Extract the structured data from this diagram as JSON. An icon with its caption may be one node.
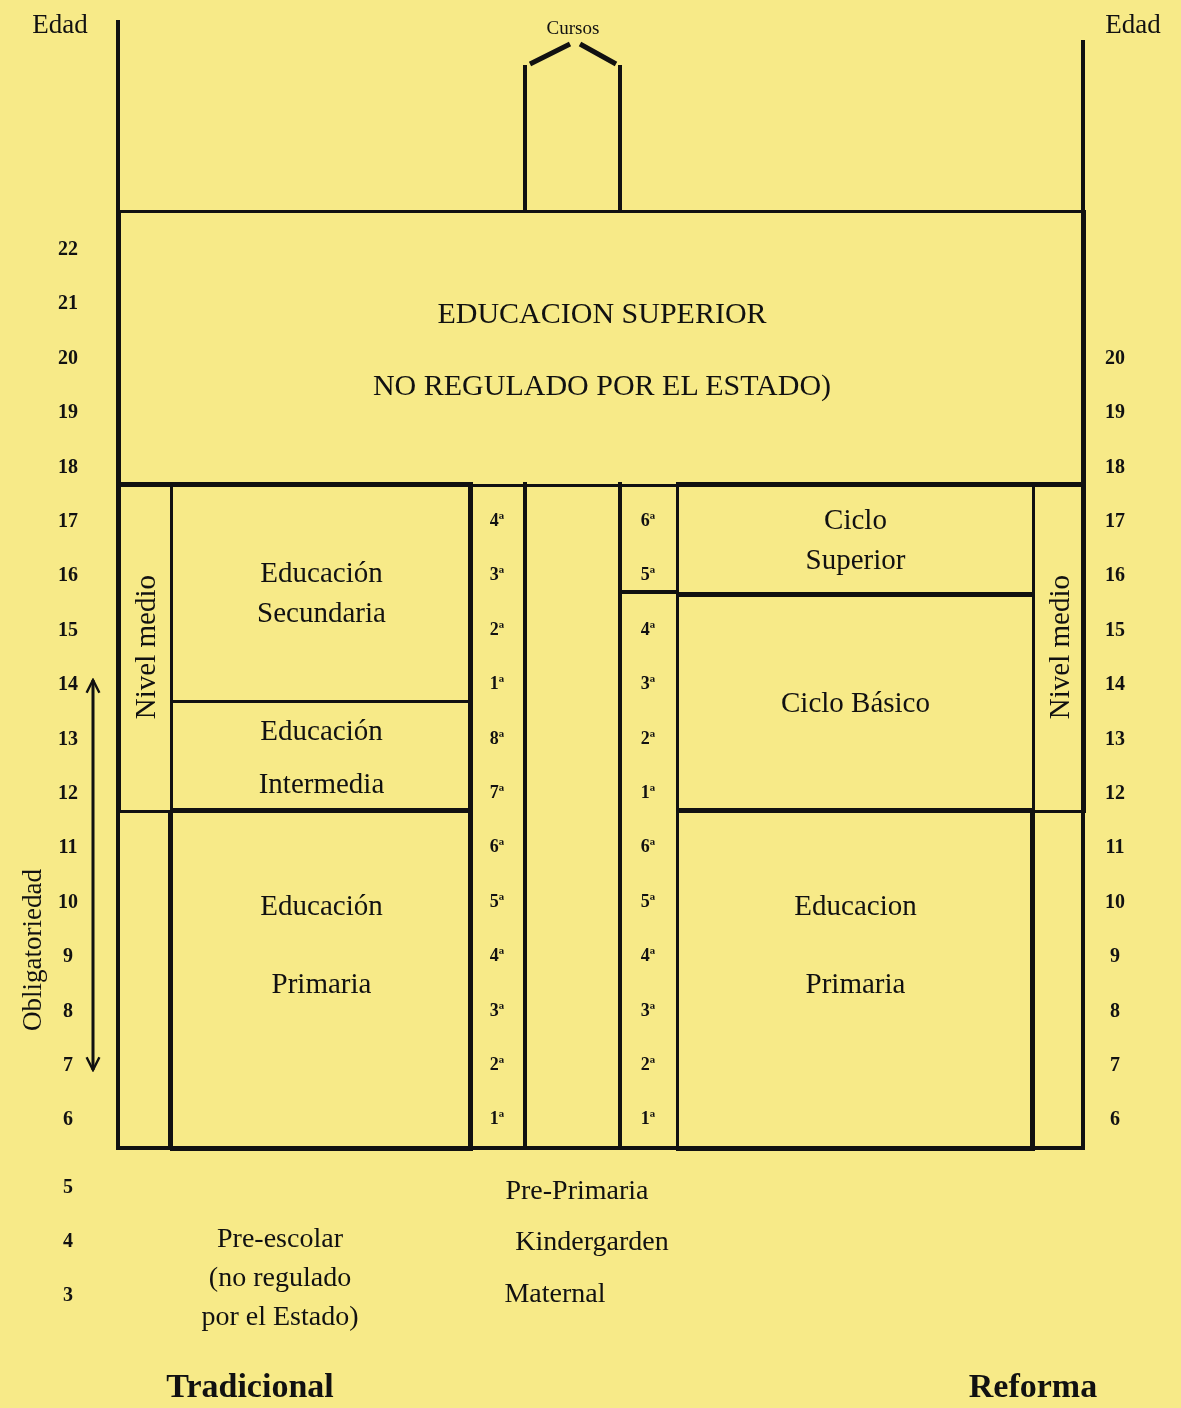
{
  "diagram": {
    "nodes": [
      {
        "text": [
          "EDUCACION SUPERIOR",
          "NO REGULADO POR EL ESTADO)"
        ]
      },
      {
        "text": [
          "Nivel medio"
        ]
      },
      {
        "text": [
          "Educación Secundaria"
        ]
      },
      {
        "text": [
          "Educación Intermedia"
        ]
      },
      {
        "text": [
          "Educación Primaria"
        ]
      },
      {
        "text": [
          "Ciclo Superior"
        ]
      },
      {
        "text": [
          "Ciclo Básico"
        ]
      },
      {
        "text": [
          "Educacion Primaria"
        ]
      },
      {
        "text": [
          "Nivel medio"
        ]
      }
    ],
    "labels": [
      "Edad",
      "Cursos",
      "Edad",
      "22",
      "21",
      "20",
      "19",
      "18",
      "17",
      "16",
      "15",
      "14",
      "13",
      "12",
      "11",
      "10",
      "9",
      "8",
      "7",
      "6",
      "5",
      "4",
      "3",
      "4ª",
      "3ª",
      "2ª",
      "1ª",
      "8ª",
      "7ª",
      "6ª",
      "5ª",
      "4ª",
      "3ª",
      "2ª",
      "1ª",
      "6ª",
      "5ª",
      "4ª",
      "3ª",
      "2ª",
      "1ª",
      "6ª",
      "5ª",
      "4ª",
      "3ª",
      "2ª",
      "1ª",
      "20",
      "19",
      "18",
      "17",
      "16",
      "15",
      "14",
      "13",
      "12",
      "11",
      "10",
      "9",
      "8",
      "7",
      "6",
      "Obligatoriedad",
      "Pre-Primaria",
      "Kindergarden",
      "Maternal",
      "Pre-escolar (no regulado por el Estado)",
      "Tradicional",
      "Reforma"
    ]
  }
}
